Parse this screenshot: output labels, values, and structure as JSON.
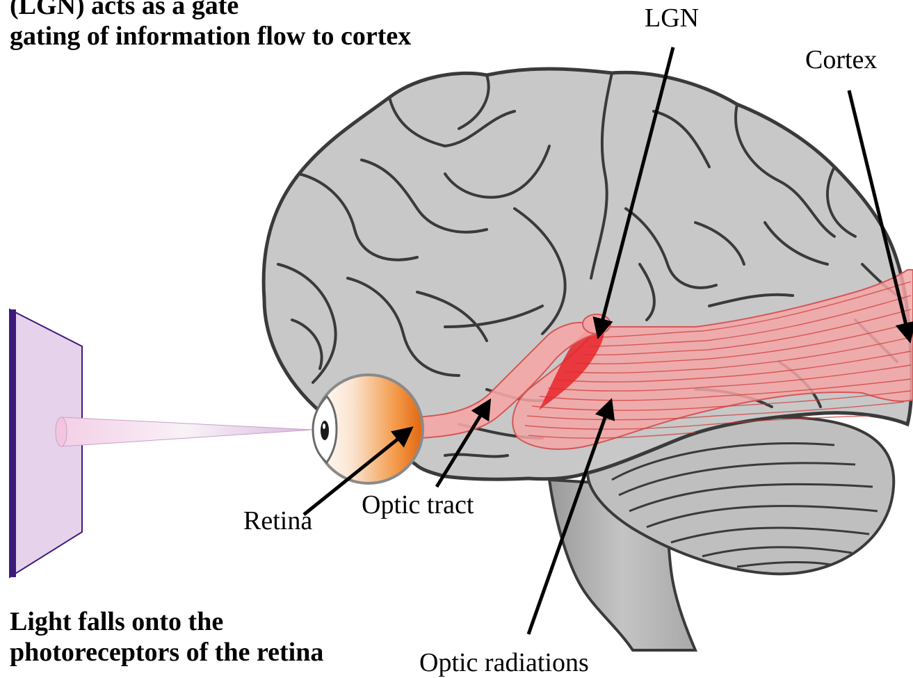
{
  "caption_top": {
    "line1": "(LGN) acts as a gate",
    "line2": "gating of information flow to cortex"
  },
  "caption_bottom": {
    "line1": "Light falls onto the",
    "line2": "photoreceptors of the retina"
  },
  "labels": {
    "lgn": "LGN",
    "cortex": "Cortex",
    "retina": "Retina",
    "optic_tract": "Optic tract",
    "optic_radiations": "Optic radiations"
  },
  "colors": {
    "brain_fill": "#c8c8c8",
    "outline": "#3a3a3a",
    "pathway": "#f08a8a",
    "pathway_core": "#e8242a",
    "eye_orange": "#ef7a1a",
    "screen": "#e6d2ea",
    "screen_edge": "#3d1a7a",
    "arrow": "#000000"
  }
}
